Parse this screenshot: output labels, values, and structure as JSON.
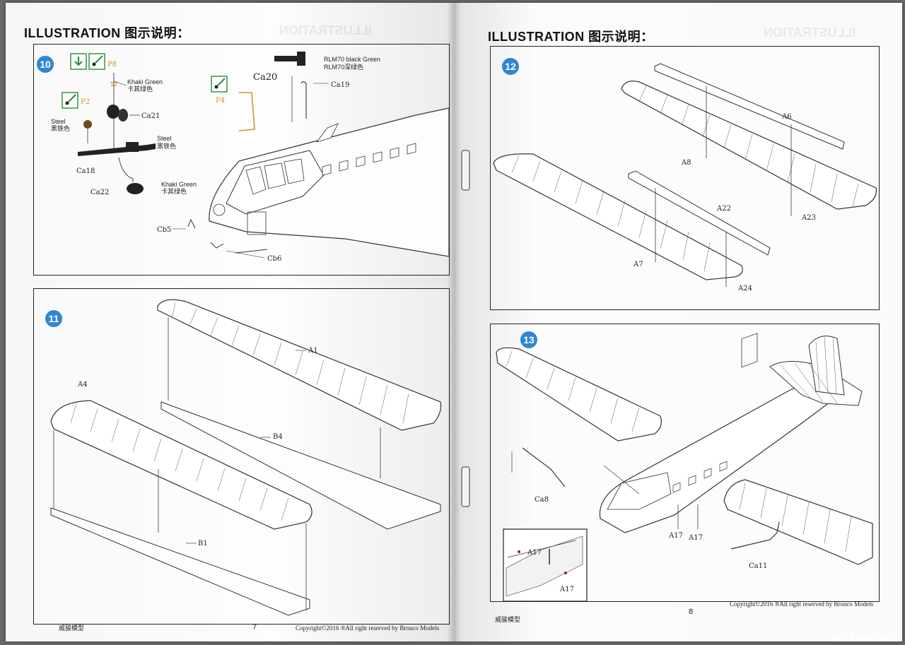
{
  "header": {
    "left": "ILLUSTRATION 图示说明：",
    "right": "ILLUSTRATION 图示说明："
  },
  "steps": {
    "s10": "10",
    "s11": "11",
    "s12": "12",
    "s13": "13"
  },
  "step10": {
    "color_p8": "P8",
    "color_p2": "P2",
    "color_p4": "P4",
    "khaki1_en": "Khaki Green",
    "khaki1_cn": "卡其绿色",
    "steel1_en": "Steel",
    "steel1_cn": "黑铁色",
    "steel2_en": "Steel",
    "steel2_cn": "黑铁色",
    "khaki2_en": "Khaki Green",
    "khaki2_cn": "卡其绿色",
    "rlm_en": "RLM70 black Green",
    "rlm_cn": "RLM70深绿色",
    "ca20": "Ca20",
    "ca19": "Ca19",
    "ca21": "Ca21",
    "ca18": "Ca18",
    "ca22": "Ca22",
    "cb5": "Cb5",
    "cb6": "Cb6"
  },
  "step11": {
    "a1": "A1",
    "a4": "A4",
    "b4": "B4",
    "b1": "B1"
  },
  "step12": {
    "a6": "A6",
    "a8": "A8",
    "a22": "A22",
    "a23": "A23",
    "a7": "A7",
    "a24": "A24"
  },
  "step13": {
    "ca8": "Ca8",
    "a17a": "A17",
    "a17b": "A17",
    "ca11": "Ca11",
    "inset_a17a": "A17",
    "inset_a17b": "A17"
  },
  "footer": {
    "left_brand": "威骏模型",
    "left_page": "7",
    "left_copy": "Copyright©2016 ®All right reserved by Bronco Models",
    "right_page": "8",
    "right_copy": "Copyright©2016 ®All right reserved by Bronco Models",
    "right_brand": "威骏模型"
  },
  "watermark": "MOXING.NET"
}
